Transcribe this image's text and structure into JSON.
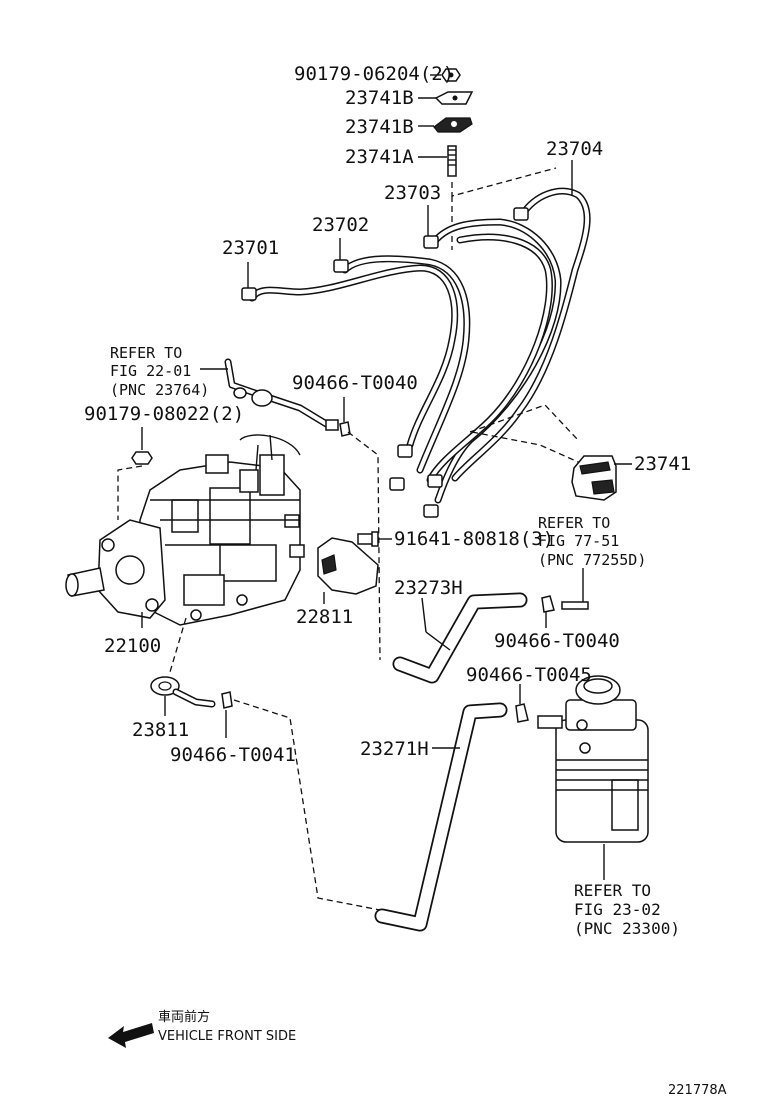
{
  "labels": {
    "p_90179_06204": "90179-06204(2)",
    "p_23741B_a": "23741B",
    "p_23741B_b": "23741B",
    "p_23741A": "23741A",
    "p_23704": "23704",
    "p_23703": "23703",
    "p_23702": "23702",
    "p_23701": "23701",
    "p_90466_T0040_a": "90466-T0040",
    "p_90179_08022": "90179-08022(2)",
    "p_23741": "23741",
    "p_91641_80818": "91641-80818(3)",
    "p_23273H": "23273H",
    "p_22811": "22811",
    "p_22100": "22100",
    "p_90466_T0040_b": "90466-T0040",
    "p_90466_T0045": "90466-T0045",
    "p_23811": "23811",
    "p_90466_T0041": "90466-T0041",
    "p_23271H": "23271H"
  },
  "refs": {
    "fig_22_01": [
      "REFER TO",
      "FIG  22-01",
      "(PNC 23764)"
    ],
    "fig_77_51": [
      "REFER TO",
      "FIG  77-51",
      "(PNC  77255D)"
    ],
    "fig_23_02": [
      "REFER TO",
      "FIG 23-02",
      "(PNC 23300)"
    ]
  },
  "footer": {
    "jp_direction": "車両前方",
    "direction": "VEHICLE FRONT SIDE",
    "illustration_id": "221778A"
  },
  "icons": {
    "direction_arrow": "arrow-left-icon"
  }
}
